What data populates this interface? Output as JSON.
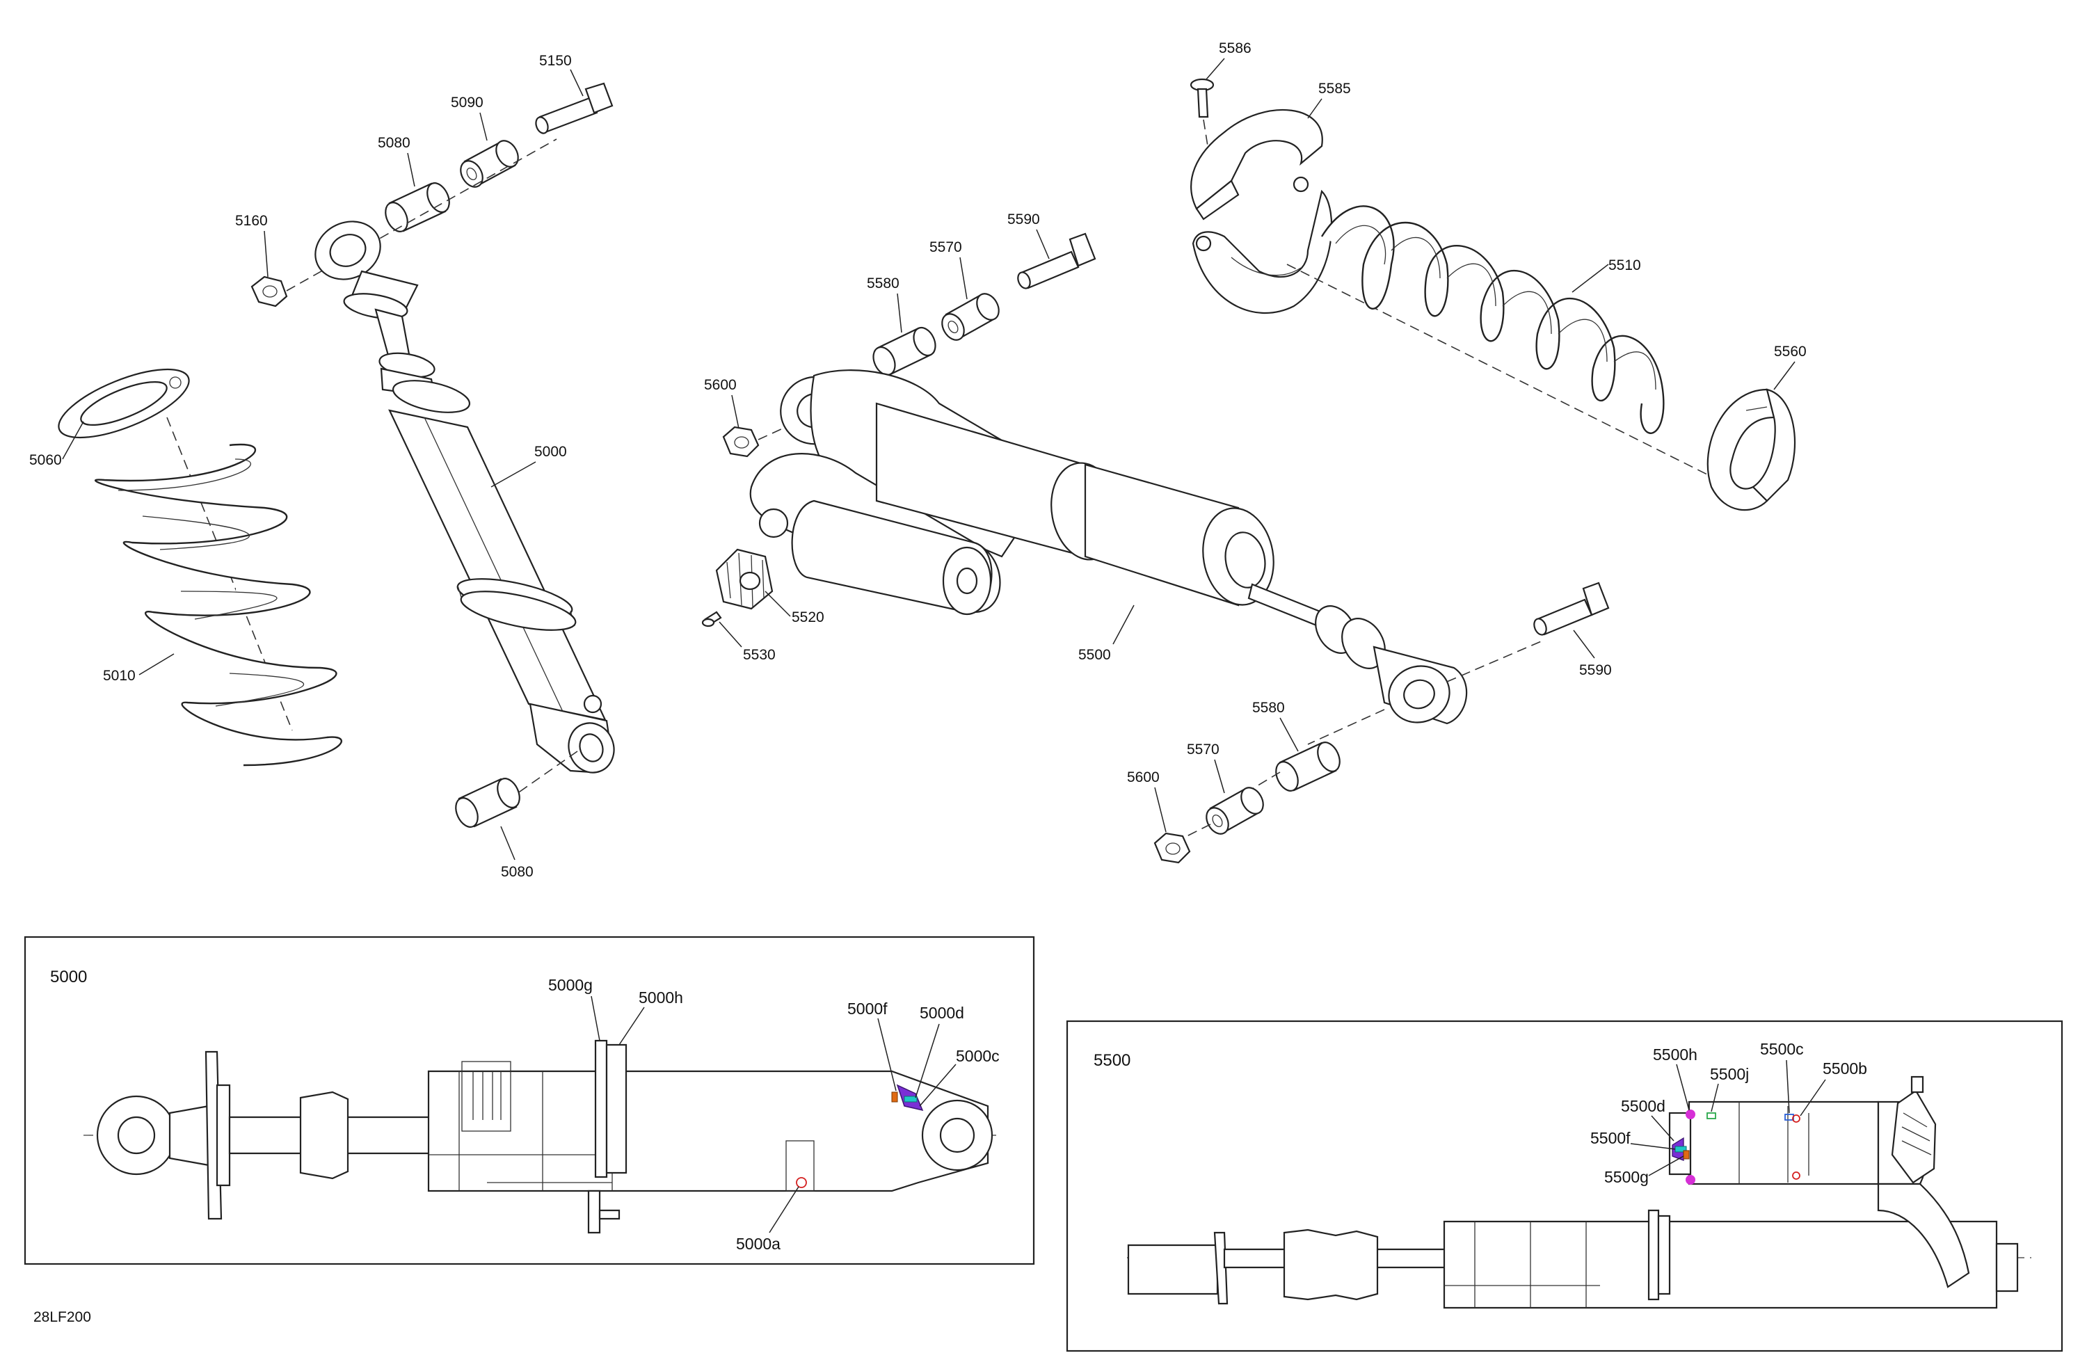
{
  "diagram_id": "28LF200",
  "callouts": {
    "c5150": "5150",
    "c5090": "5090",
    "c5080a": "5080",
    "c5160": "5160",
    "c5060": "5060",
    "c5000": "5000",
    "c5010": "5010",
    "c5080b": "5080",
    "c5586": "5586",
    "c5585": "5585",
    "c5590a": "5590",
    "c5570a": "5570",
    "c5580a": "5580",
    "c5600a": "5600",
    "c5510": "5510",
    "c5560": "5560",
    "c5520": "5520",
    "c5530": "5530",
    "c5500": "5500",
    "c5590b": "5590",
    "c5580b": "5580",
    "c5570b": "5570",
    "c5600b": "5600"
  },
  "box_5000": {
    "title": "5000",
    "labels": {
      "g": "5000g",
      "h": "5000h",
      "f": "5000f",
      "d": "5000d",
      "c": "5000c",
      "a": "5000a"
    }
  },
  "box_5500": {
    "title": "5500",
    "labels": {
      "h": "5500h",
      "j": "5500j",
      "c": "5500c",
      "b": "5500b",
      "d": "5500d",
      "f": "5500f",
      "g": "5500g"
    }
  },
  "leader_colors": {
    "f5000": "#e06a12",
    "d5000": "#1ec7c7",
    "c5000": "#7a2fd6",
    "a5000": "#d42020",
    "h5500": "#d62fd6",
    "j5500": "#2aa84a",
    "c5500": "#2a5fd6",
    "b5500": "#d42020",
    "d5500": "#7a2fd6",
    "f5500": "#1ec7c7",
    "g5500": "#e06a12"
  },
  "icons": [
    "magenta-dot",
    "green-ring",
    "blue-ring",
    "red-ring",
    "purple-seal"
  ]
}
